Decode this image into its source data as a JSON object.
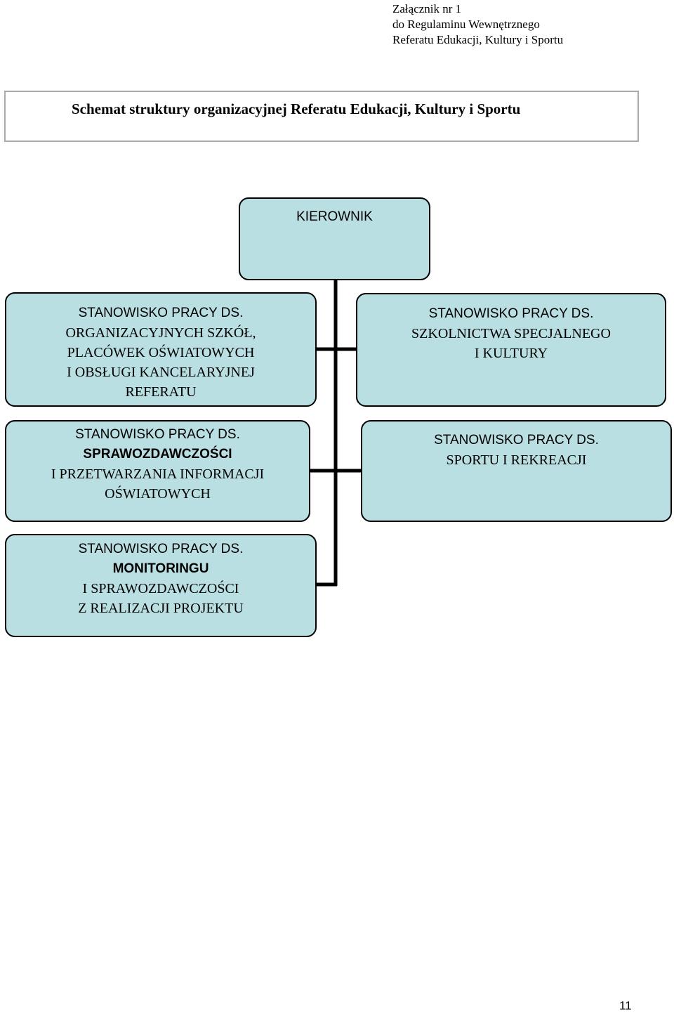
{
  "header_note": {
    "line1": "Załącznik nr 1",
    "line2": "do Regulaminu Wewnętrznego",
    "line3": "Referatu Edukacji, Kultury i Sportu"
  },
  "title": "Schemat struktury organizacyjnej Referatu Edukacji, Kultury i Sportu",
  "boxes": {
    "kierownik": {
      "line1": "KIEROWNIK"
    },
    "organizacyjnych": {
      "line1": "STANOWISKO PRACY DS.",
      "line2": "ORGANIZACYJNYCH SZKÓŁ,",
      "line3": "PLACÓWEK OŚWIATOWYCH",
      "line4": "I OBSŁUGI KANCELARYJNEJ",
      "line5": "REFERATU"
    },
    "szkolnictwa": {
      "line1": "STANOWISKO PRACY DS.",
      "line2": "SZKOLNICTWA SPECJALNEGO",
      "line3": "I KULTURY"
    },
    "sprawozdawczosci": {
      "line1": "STANOWISKO PRACY DS.",
      "line2": "SPRAWOZDAWCZOŚCI",
      "line3": "I PRZETWARZANIA INFORMACJI",
      "line4": "OŚWIATOWYCH"
    },
    "sportu": {
      "line1": "STANOWISKO PRACY DS.",
      "line2": "SPORTU I REKREACJI"
    },
    "monitoringu": {
      "line1": "STANOWISKO PRACY DS.",
      "line2": "MONITORINGU",
      "line3": "I SPRAWOZDAWCZOŚCI",
      "line4": "Z REALIZACJI PROJEKTU"
    }
  },
  "colors": {
    "box_fill": "#b9dfe3",
    "box_border": "#000000",
    "connector": "#000000"
  },
  "page_number": "11"
}
